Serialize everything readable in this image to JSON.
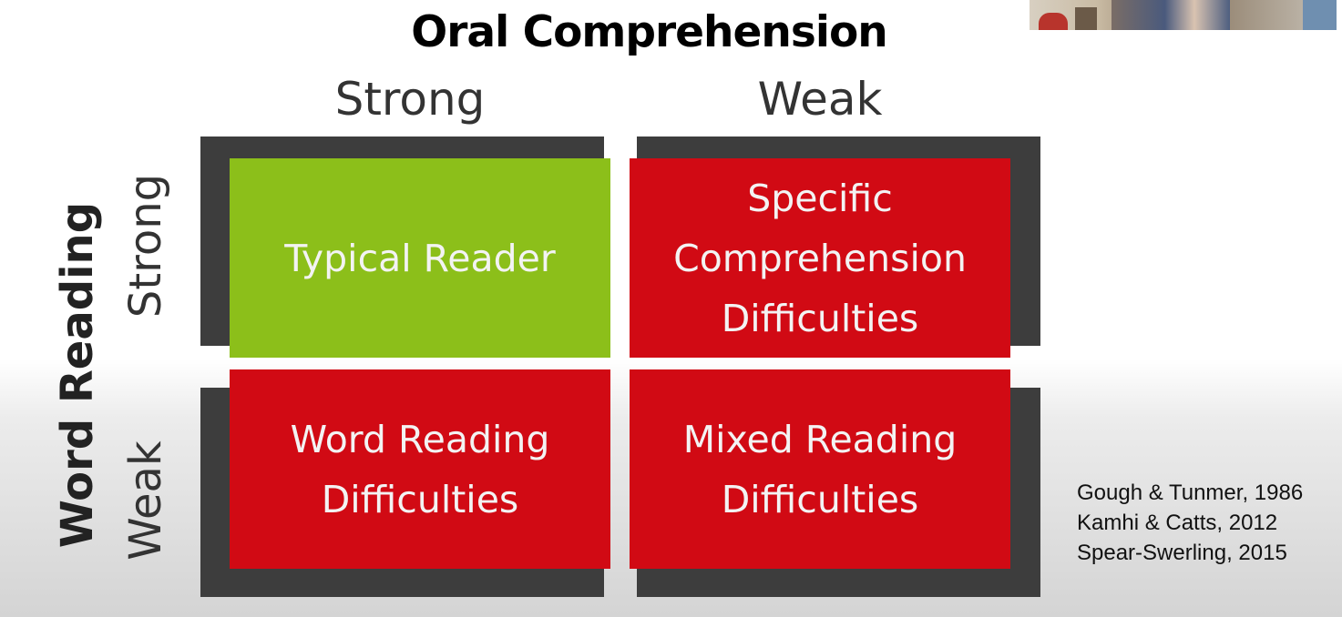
{
  "title": "Oral Comprehension",
  "columns": {
    "strong": "Strong",
    "weak": "Weak"
  },
  "rows": {
    "title": "Word Reading",
    "strong": "Strong",
    "weak": "Weak"
  },
  "quadrants": {
    "typical": [
      "Typical Reader"
    ],
    "specific": [
      "Specific",
      "Comprehension",
      "Difficulties"
    ],
    "word": [
      "Word Reading",
      "Difficulties"
    ],
    "mixed": [
      "Mixed Reading",
      "Difficulties"
    ]
  },
  "citations": [
    "Gough & Tunmer, 1986",
    "Kamhi & Catts, 2012",
    "Spear-Swerling, 2015"
  ],
  "colors": {
    "green": "#8cbf1a",
    "red": "#d10a14",
    "shadow": "#3d3d3d"
  }
}
